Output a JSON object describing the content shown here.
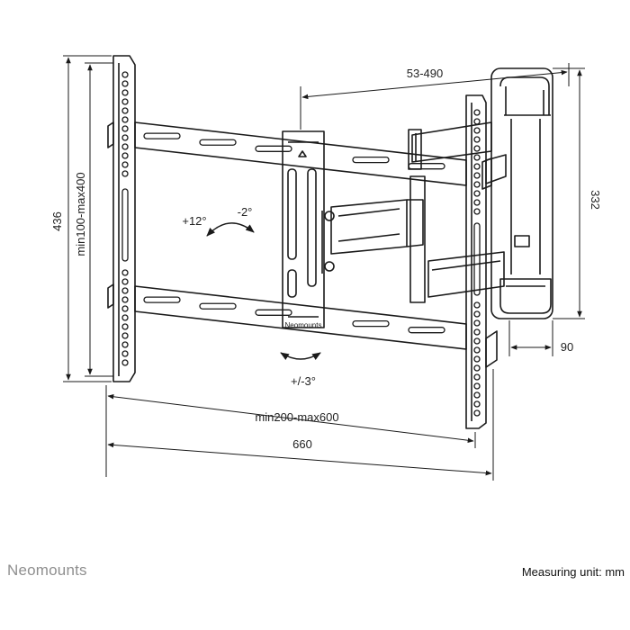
{
  "brand": {
    "name": "Neomounts",
    "plate_label": "Neomounts"
  },
  "footer": {
    "unit_note": "Measuring unit: mm"
  },
  "dimensions": {
    "overall_height": "436",
    "vesa_vertical": "min100-max400",
    "arm_extension": "53-490",
    "wall_plate_height": "332",
    "wall_plate_depth": "90",
    "vesa_horizontal": "min200-max600",
    "overall_width": "660"
  },
  "adjustments": {
    "tilt_up": "+12°",
    "tilt_down": "-2°",
    "rotation": "+/-3°"
  },
  "colors": {
    "line": "#1a1a1a",
    "fill": "#ffffff",
    "brand_gray": "#8f8f8f"
  }
}
